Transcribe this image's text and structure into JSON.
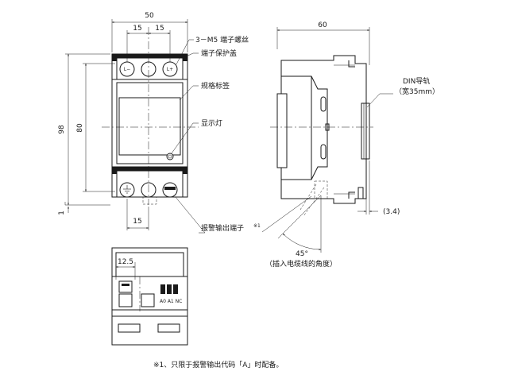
{
  "dimensions": {
    "width_overall": "50",
    "pitch_left": "15",
    "pitch_right": "15",
    "height_overall": "98",
    "height_inner": "80",
    "bottom_offset": "1",
    "bottom_pitch": "15",
    "side_depth": "60",
    "rail_offset": "(3.4)",
    "terminal_width": "12.5"
  },
  "callouts": {
    "screw": "3－M5 端子螺丝",
    "cover": "端子保护盖",
    "label": "规格标签",
    "lamp": "显示灯",
    "alarm": "报警输出端子",
    "alarm_mark": "※1",
    "din_rail_line1": "DIN导轨",
    "din_rail_line2": "（宽35mm）",
    "angle": "45°",
    "angle_note": "（插入电缆线的角度）"
  },
  "terminals": {
    "l_minus": "L−",
    "l_plus": "L+",
    "ground_icon": "ground-icon",
    "alarm_labels": "A0 A1 NC"
  },
  "footnote": "※1、只限于报警输出代码「A」时配备。"
}
